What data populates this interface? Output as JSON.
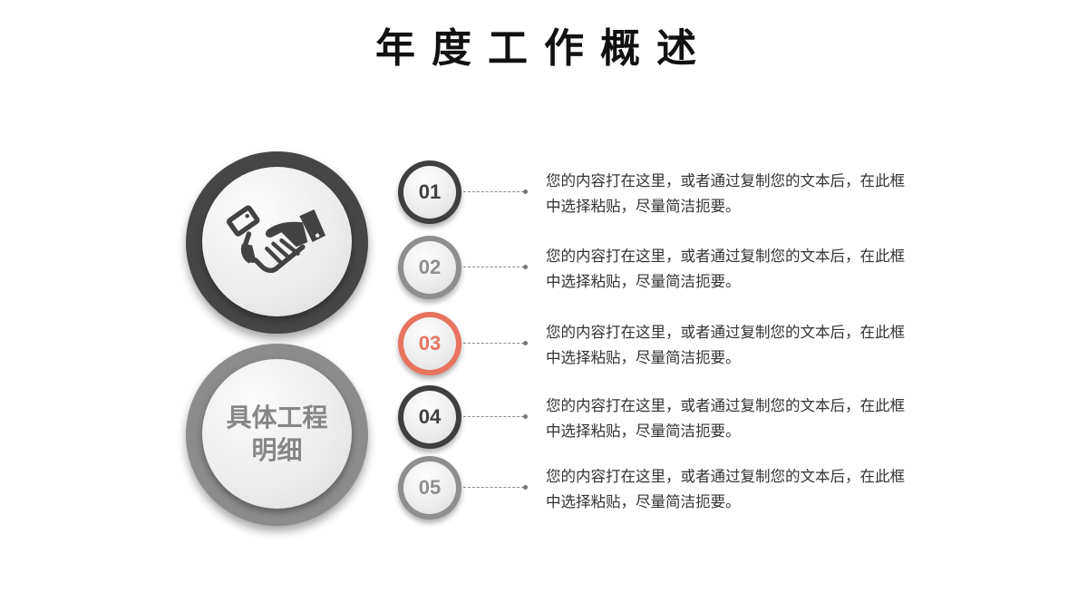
{
  "slide": {
    "title": "年度工作概述",
    "top_circle": {
      "icon": "handshake-icon",
      "ring_color": "#464646",
      "icon_color": "#434343"
    },
    "bottom_circle": {
      "label_line1": "具体工程",
      "label_line2": "明细",
      "ring_color": "#8c8c8c",
      "text_color": "#878787"
    },
    "items": [
      {
        "number": "01",
        "ring_color": "#3f3f3f",
        "number_color": "#3f3f3f",
        "text": "您的内容打在这里，或者通过复制您的文本后，在此框中选择粘贴，尽量简洁扼要。"
      },
      {
        "number": "02",
        "ring_color": "#8e8e8e",
        "number_color": "#8e8e8e",
        "text": "您的内容打在这里，或者通过复制您的文本后，在此框中选择粘贴，尽量简洁扼要。"
      },
      {
        "number": "03",
        "ring_color": "#e8735f",
        "number_color": "#e8735f",
        "text": "您的内容打在这里，或者通过复制您的文本后，在此框中选择粘贴，尽量简洁扼要。"
      },
      {
        "number": "04",
        "ring_color": "#3f3f3f",
        "number_color": "#3f3f3f",
        "text": "您的内容打在这里，或者通过复制您的文本后，在此框中选择粘贴，尽量简洁扼要。"
      },
      {
        "number": "05",
        "ring_color": "#8e8e8e",
        "number_color": "#8e8e8e",
        "text": "您的内容打在这里，或者通过复制您的文本后，在此框中选择粘贴，尽量简洁扼要。"
      }
    ]
  }
}
